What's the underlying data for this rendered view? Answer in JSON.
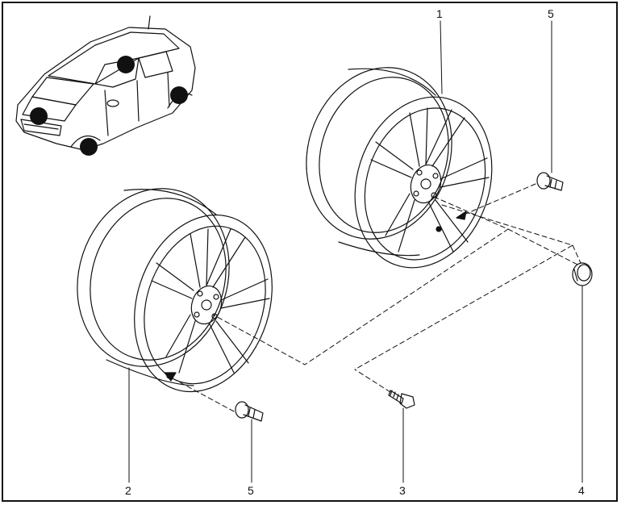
{
  "callouts": {
    "c1": "1",
    "c2": "2",
    "c3": "3",
    "c4": "4",
    "c5_top": "5",
    "c5_bottom": "5"
  },
  "parts": [
    {
      "ref": "1",
      "icon": "alloy-wheel-rear"
    },
    {
      "ref": "2",
      "icon": "alloy-wheel-front"
    },
    {
      "ref": "3",
      "icon": "wheel-bolt"
    },
    {
      "ref": "4",
      "icon": "center-cap"
    },
    {
      "ref": "5",
      "icon": "tire-valve"
    }
  ],
  "colors": {
    "line": "#111111",
    "fill": "#ffffff",
    "marker": "#111111"
  }
}
